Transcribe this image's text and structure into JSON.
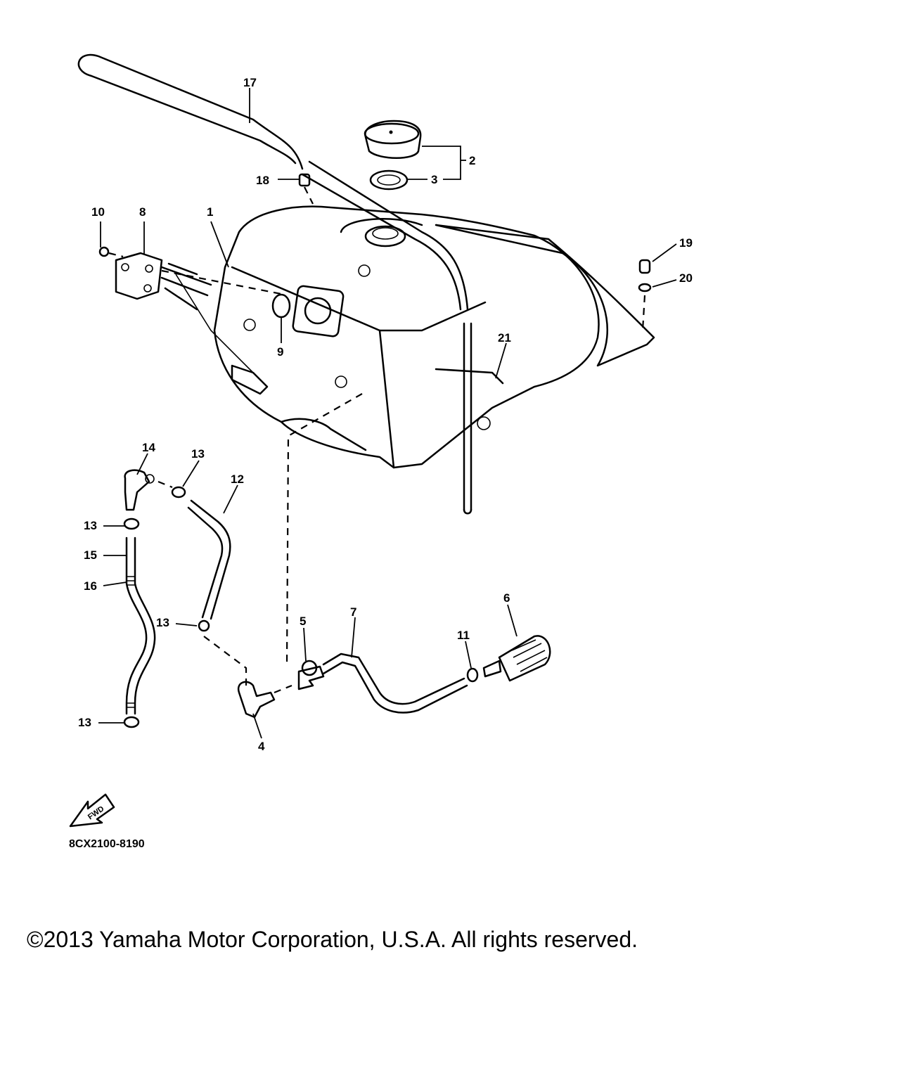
{
  "diagram": {
    "drawing_code": "8CX2100-8190",
    "fwd_arrow_text": "FWD",
    "callouts": [
      "1",
      "2",
      "3",
      "4",
      "5",
      "6",
      "7",
      "8",
      "9",
      "10",
      "11",
      "12",
      "13",
      "14",
      "15",
      "16",
      "17",
      "18",
      "19",
      "20",
      "21"
    ]
  },
  "footer": {
    "copyright": "©2013 Yamaha Motor Corporation, U.S.A. All rights reserved."
  }
}
